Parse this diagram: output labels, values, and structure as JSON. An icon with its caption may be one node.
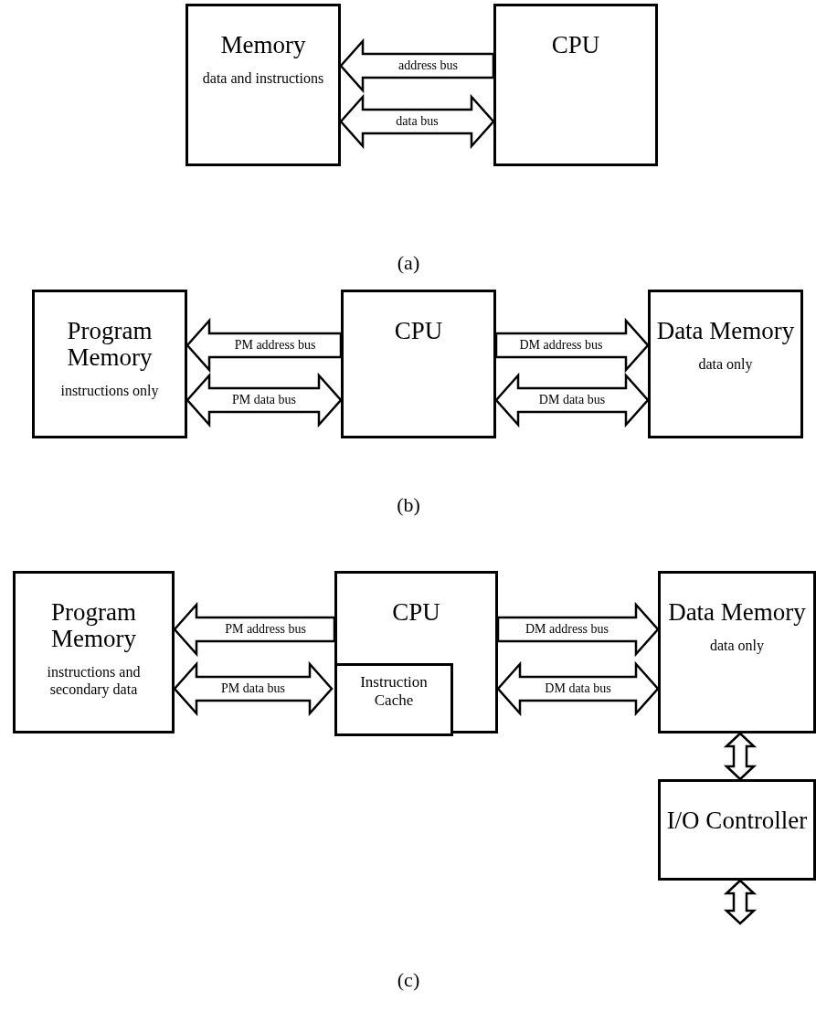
{
  "diagram": {
    "nodes": [
      {
        "text": [
          "Memory",
          "data and instructions"
        ]
      },
      {
        "text": [
          "CPU"
        ]
      },
      {
        "text": [
          "Program Memory",
          "instructions only"
        ]
      },
      {
        "text": [
          "CPU"
        ]
      },
      {
        "text": [
          "Data Memory",
          "data only"
        ]
      },
      {
        "text": [
          "Program Memory",
          "instructions and secondary data"
        ]
      },
      {
        "text": [
          "CPU"
        ]
      },
      {
        "text": [
          "Instruction Cache"
        ],
        "in": 6
      },
      {
        "text": [
          "Data Memory",
          "data only"
        ]
      },
      {
        "text": [
          "I/O Controller"
        ]
      }
    ],
    "edges": [
      {
        "from": 1,
        "to": 0,
        "arrow": "to",
        "label": "address bus"
      },
      {
        "from": 0,
        "to": 1,
        "arrow": "both",
        "label": "data bus"
      },
      {
        "from": 3,
        "to": 2,
        "arrow": "to",
        "label": "PM address bus"
      },
      {
        "from": 2,
        "to": 3,
        "arrow": "both",
        "label": "PM data bus"
      },
      {
        "from": 3,
        "to": 4,
        "arrow": "to",
        "label": "DM address bus"
      },
      {
        "from": 3,
        "to": 4,
        "arrow": "both",
        "label": "DM data bus"
      },
      {
        "from": 6,
        "to": 5,
        "arrow": "to",
        "label": "PM address bus"
      },
      {
        "from": 5,
        "to": 7,
        "arrow": "both",
        "label": "PM data bus"
      },
      {
        "from": 6,
        "to": 8,
        "arrow": "to",
        "label": "DM address bus"
      },
      {
        "from": 6,
        "to": 8,
        "arrow": "both",
        "label": "DM data bus"
      },
      {
        "from": 8,
        "to": 9,
        "arrow": "both"
      },
      {
        "from": 9,
        "to": null,
        "arrow": "both"
      }
    ],
    "labels": [
      "(a)",
      "(b)",
      "(c)"
    ]
  }
}
